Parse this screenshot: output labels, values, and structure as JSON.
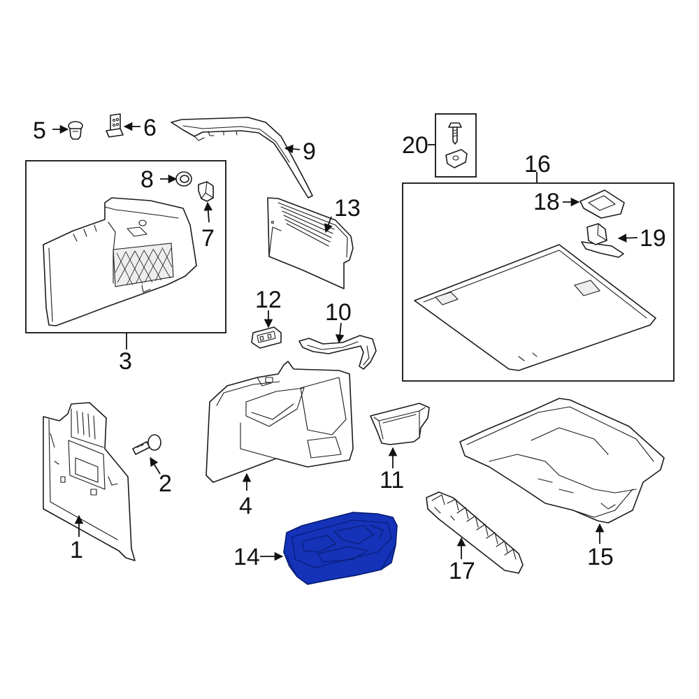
{
  "diagram": {
    "highlight_color": "#1433b8",
    "highlighted_part": "14",
    "callouts": [
      {
        "id": "1",
        "label": "1"
      },
      {
        "id": "2",
        "label": "2"
      },
      {
        "id": "3",
        "label": "3"
      },
      {
        "id": "4",
        "label": "4"
      },
      {
        "id": "5",
        "label": "5"
      },
      {
        "id": "6",
        "label": "6"
      },
      {
        "id": "7",
        "label": "7"
      },
      {
        "id": "8",
        "label": "8"
      },
      {
        "id": "9",
        "label": "9"
      },
      {
        "id": "10",
        "label": "10"
      },
      {
        "id": "11",
        "label": "11"
      },
      {
        "id": "12",
        "label": "12"
      },
      {
        "id": "13",
        "label": "13"
      },
      {
        "id": "14",
        "label": "14"
      },
      {
        "id": "15",
        "label": "15"
      },
      {
        "id": "16",
        "label": "16"
      },
      {
        "id": "17",
        "label": "17"
      },
      {
        "id": "18",
        "label": "18"
      },
      {
        "id": "19",
        "label": "19"
      },
      {
        "id": "20",
        "label": "20"
      }
    ]
  }
}
